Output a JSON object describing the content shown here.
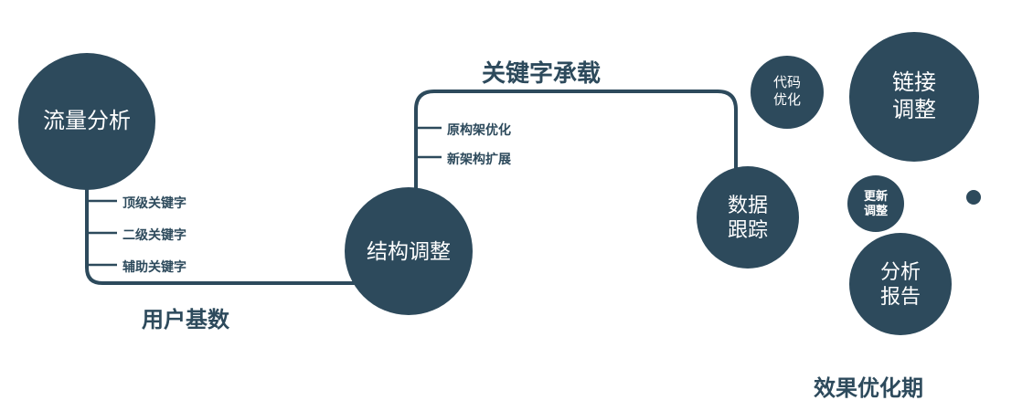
{
  "palette": {
    "node_fill": "#2d4a5c",
    "line_color": "#2d4a5c",
    "node_text": "#ffffff",
    "label_text": "#2d4a5c"
  },
  "nodes": {
    "traffic_analysis": {
      "label": "流量分析"
    },
    "structure_adjustment": {
      "label": "结构调整"
    },
    "data_tracking": {
      "line1": "数据",
      "line2": "跟踪"
    },
    "code_optimization": {
      "line1": "代码",
      "line2": "优化"
    },
    "link_adjustment": {
      "line1": "链接",
      "line2": "调整"
    },
    "update_adjustment": {
      "line1": "更新",
      "line2": "调整"
    },
    "analysis_report": {
      "line1": "分析",
      "line2": "报告"
    }
  },
  "edge_labels": {
    "user_base": "用户基数",
    "keyword_carrying": "关键字承载"
  },
  "branch_labels": {
    "traffic": [
      "顶级关键字",
      "二级关键字",
      "辅助关键字"
    ],
    "structure": [
      "原构架优化",
      "新架构扩展"
    ]
  },
  "footer_label": "效果优化期"
}
